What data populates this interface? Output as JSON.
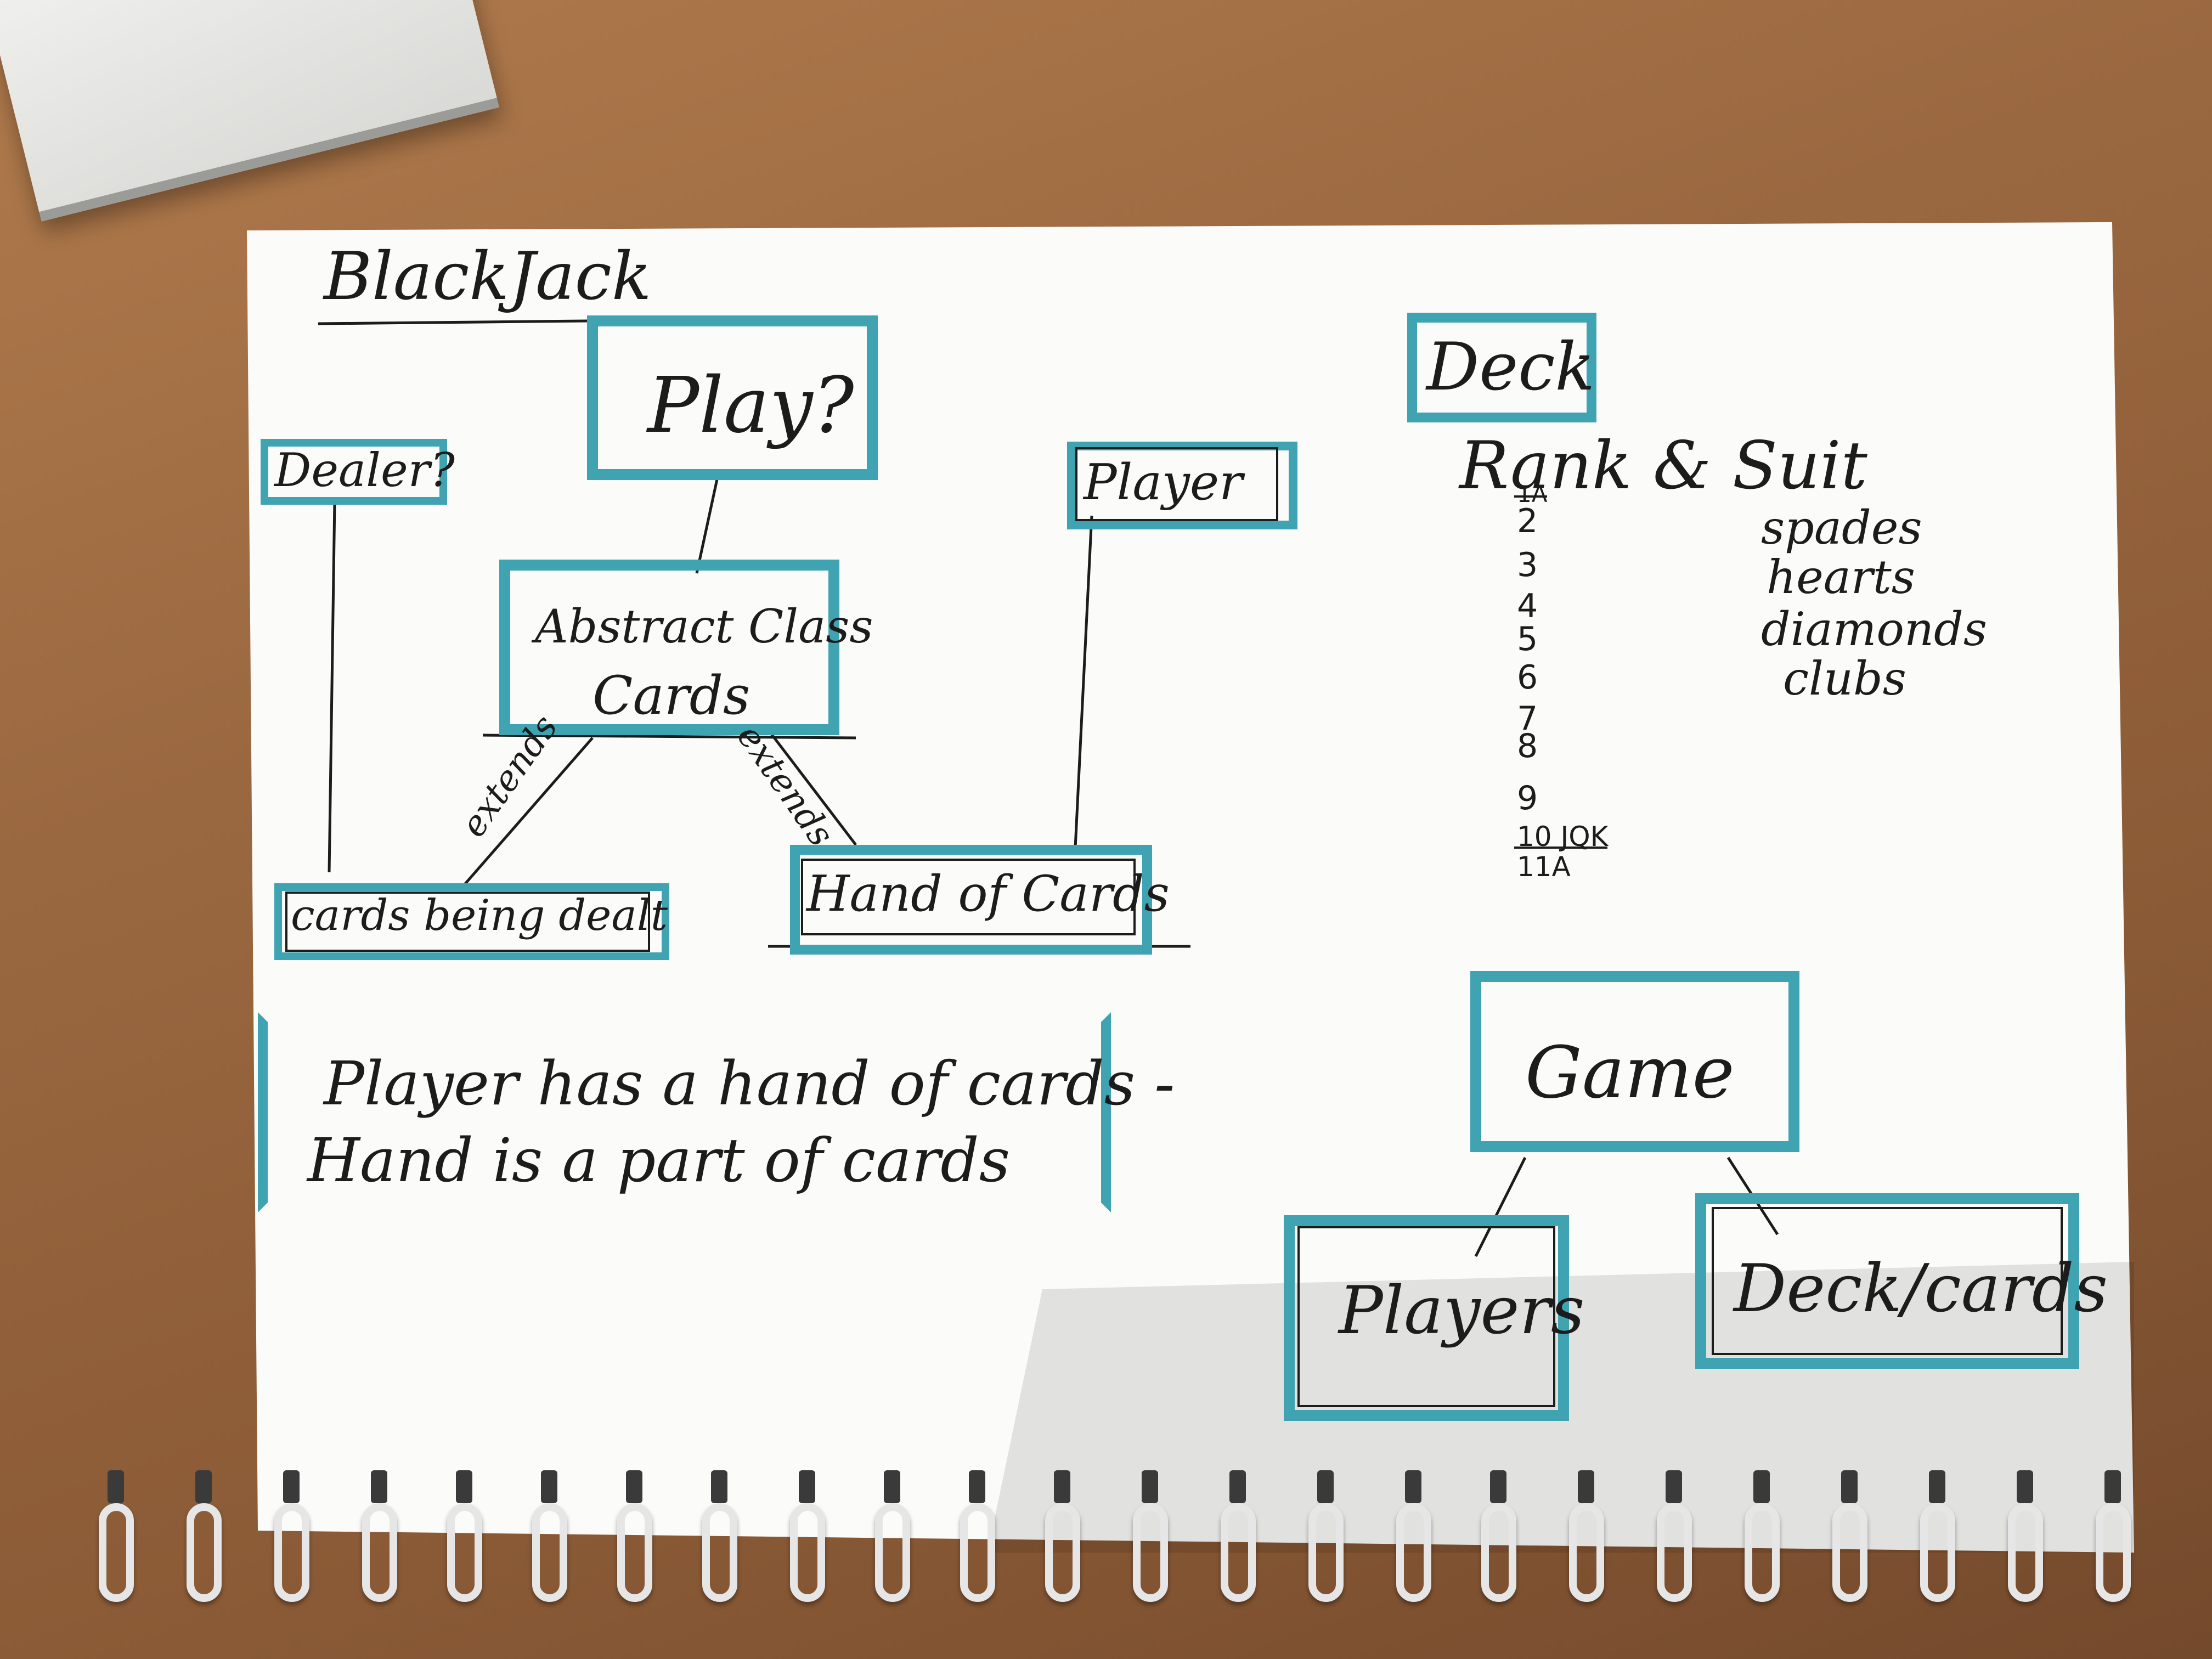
{
  "title": "BlackJack",
  "nodes": {
    "play": "Play?",
    "dealer": "Dealer?",
    "player": "Player",
    "abstract_line1": "Abstract Class",
    "abstract_line2": "Cards",
    "cards_being_dealt": "cards being dealt",
    "hand_of_cards": "Hand of Cards",
    "deck": "Deck",
    "game": "Game",
    "players": "Players",
    "deck_cards": "Deck/cards"
  },
  "edges": {
    "left_label": "extends",
    "right_label": "extends"
  },
  "deck_info": {
    "heading": "Rank & Suit",
    "ranks": [
      "1A",
      "2",
      "3",
      "4",
      "5",
      "6",
      "7",
      "8",
      "9",
      "10 JQK",
      "11A"
    ],
    "suits": [
      "spades",
      "hearts",
      "diamonds",
      "clubs"
    ]
  },
  "note": {
    "line1": "Player has a hand of cards -",
    "line2": "Hand is a part of cards"
  },
  "colors": {
    "marker": "#3fa3b2",
    "ink": "#1c1c1c",
    "paper": "#fbfbf9",
    "wood": "#9a6840"
  }
}
